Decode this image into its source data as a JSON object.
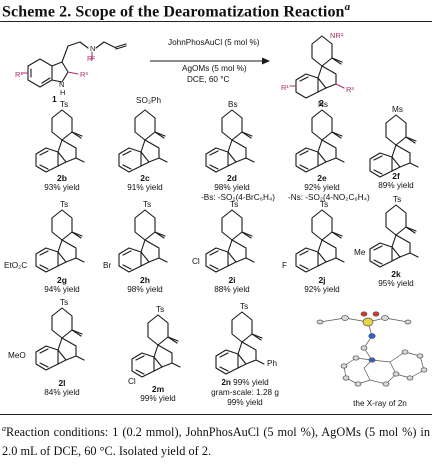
{
  "title": {
    "main": "Scheme 2. Scope of the Dearomatization Reaction",
    "note": "a"
  },
  "reaction": {
    "substrate_number": "1",
    "product_number": "2",
    "conditions": [
      "JohnPhosAuCl (5 mol %)",
      "AgOMs (5 mol %)",
      "DCE, 60 °C"
    ],
    "substrate_labels": {
      "r1": "R¹",
      "r2": "R²",
      "r3": "R³",
      "n": "N",
      "h": "H"
    },
    "product_labels": {
      "r1": "R¹",
      "nr2": "NR²",
      "r3": "R³"
    }
  },
  "compounds": [
    {
      "id": "2b",
      "yield": "93% yield",
      "ring_label": "Ts"
    },
    {
      "id": "2c",
      "yield": "91% yield",
      "ring_label": "SO₂Ph"
    },
    {
      "id": "2d",
      "yield": "98% yield",
      "ring_label": "Bs",
      "note": "-Bs: -SO₂(4-BrC₆H₄)"
    },
    {
      "id": "2e",
      "yield": "92% yield",
      "ring_label": "Ns",
      "note": "-Ns: -SO₂(4-NO₂C₆H₄)"
    },
    {
      "id": "2f",
      "yield": "89% yield",
      "ring_label": "Ms"
    },
    {
      "id": "2g",
      "yield": "94% yield",
      "ring_label": "Ts",
      "substituent": "EtO₂C"
    },
    {
      "id": "2h",
      "yield": "98% yield",
      "ring_label": "Ts",
      "substituent": "Br"
    },
    {
      "id": "2i",
      "yield": "88% yield",
      "ring_label": "Ts",
      "substituent": "Cl"
    },
    {
      "id": "2j",
      "yield": "92% yield",
      "ring_label": "Ts",
      "substituent": "F"
    },
    {
      "id": "2k",
      "yield": "95% yield",
      "ring_label": "Ts",
      "substituent": "Me"
    },
    {
      "id": "2l",
      "yield": "84% yield",
      "ring_label": "Ts",
      "substituent": "MeO"
    },
    {
      "id": "2m",
      "yield": "99% yield",
      "ring_label": "Ts",
      "substituent": "Cl"
    },
    {
      "id": "2n",
      "yield": "99% yield",
      "ring_label": "Ts",
      "substituent": "Ph",
      "gram_scale": "gram-scale: 1.28 g",
      "gram_yield": "99% yield"
    }
  ],
  "xray_caption": "the X-ray of 2n",
  "footnote": {
    "marker": "a",
    "text": "Reaction conditions: 1 (0.2 mmol), JohnPhosAuCl (5 mol %), AgOMs (5 mol %) in 2.0 mL of DCE, 60 °C. Isolated yield of 2."
  },
  "colors": {
    "accent": "#b02a6b",
    "ink": "#1a1a1a"
  }
}
